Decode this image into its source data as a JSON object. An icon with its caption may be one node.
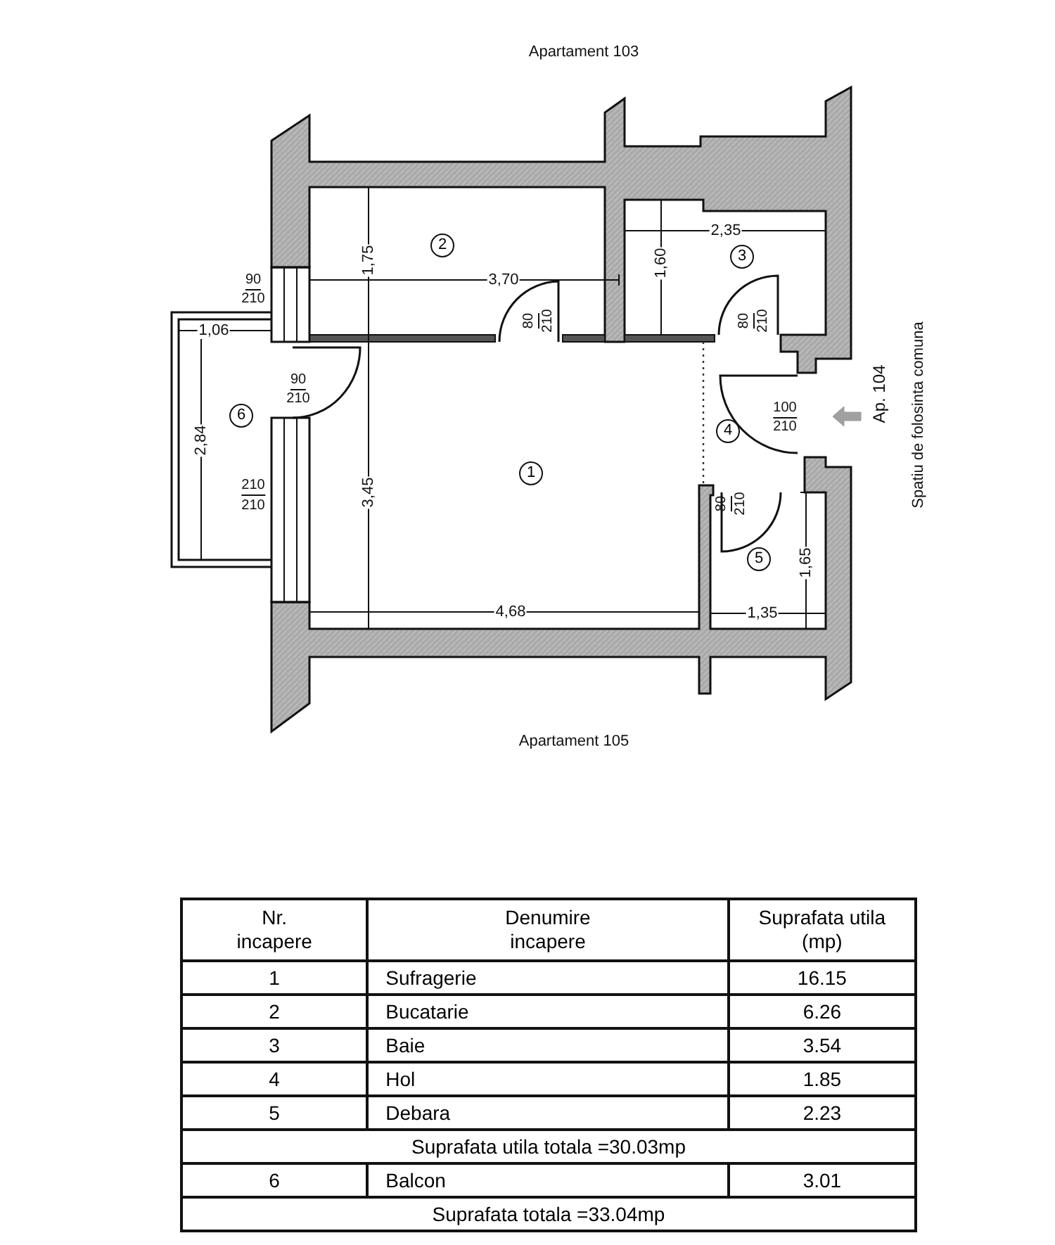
{
  "diagram": {
    "nodes": [
      {
        "text": [
          "1"
        ]
      },
      {
        "text": [
          "2"
        ]
      },
      {
        "text": [
          "3"
        ]
      },
      {
        "text": [
          "4"
        ]
      },
      {
        "text": [
          "5"
        ]
      },
      {
        "text": [
          "6"
        ]
      }
    ],
    "labels": [
      "Apartament 103",
      "1,75",
      "3,70",
      "80",
      "210",
      "2,35",
      "1,60",
      "80",
      "210",
      "90",
      "210",
      "1,06",
      "90",
      "210",
      "2,84",
      "210",
      "210",
      "3,45",
      "100",
      "210",
      "Ap. 104",
      "Spatiu de folosinta comuna",
      "80",
      "210",
      "1,65",
      "4,68",
      "1,35",
      "Apartament 105",
      "Nr. incapere",
      "Denumire incapere",
      "Suprafata utila (mp)",
      "1",
      "Sufragerie",
      "16.15",
      "2",
      "Bucatarie",
      "6.26",
      "3",
      "Baie",
      "3.54",
      "4",
      "Hol",
      "1.85",
      "5",
      "Debara",
      "2.23",
      "Suprafata utila totala =30.03mp",
      "6",
      "Balcon",
      "3.01",
      "Suprafata totala =33.04mp"
    ]
  }
}
